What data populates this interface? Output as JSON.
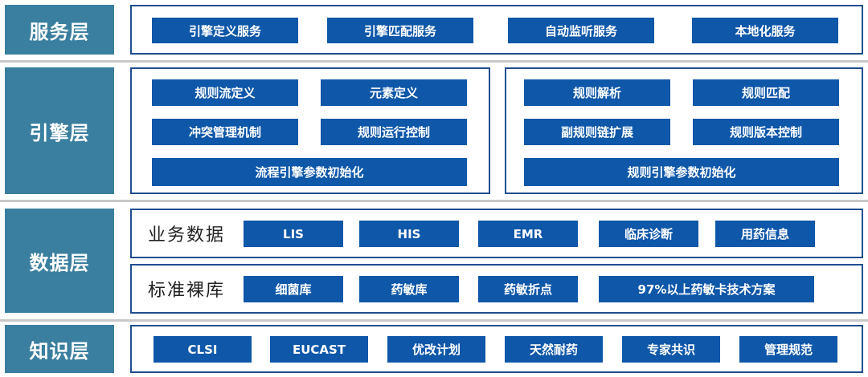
{
  "layers": {
    "service": {
      "label": "服务层",
      "items": [
        "引擎定义服务",
        "引擎匹配服务",
        "自动监听服务",
        "本地化服务"
      ]
    },
    "engine": {
      "label": "引擎层",
      "left": [
        "规则流定义",
        "元素定义",
        "冲突管理机制",
        "规则运行控制",
        "流程引擎参数初始化"
      ],
      "right": [
        "规则解析",
        "规则匹配",
        "副规则链扩展",
        "规则版本控制",
        "规则引擎参数初始化"
      ]
    },
    "data": {
      "label": "数据层",
      "business": {
        "label": "业务数据",
        "items": [
          "LIS",
          "HIS",
          "EMR",
          "临床诊断",
          "用药信息"
        ]
      },
      "standard": {
        "label": "标准裸库",
        "items": [
          "细菌库",
          "药敏库",
          "药敏折点",
          "97%以上药敏卡技术方案"
        ]
      }
    },
    "knowledge": {
      "label": "知识层",
      "items": [
        "CLSI",
        "EUCAST",
        "优改计划",
        "天然耐药",
        "专家共识",
        "管理规范"
      ]
    }
  },
  "colors": {
    "layer_label_bg": "#3a7f9f",
    "box_bg": "#0e57a9",
    "panel_border": "#1f4e8f",
    "separator": "#c8c8c8"
  }
}
